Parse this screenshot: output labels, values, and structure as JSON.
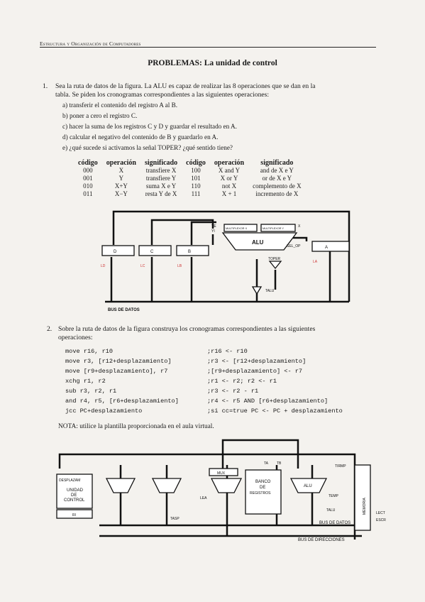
{
  "header": "Estructura y Organización de Computadores",
  "title": "PROBLEMAS: La unidad de control",
  "problem1": {
    "number": "1.",
    "intro_line1": "Sea la ruta de datos de la figura. La ALU es capaz de realizar las 8 operaciones que se dan en la",
    "intro_line2": "tabla. Se piden los cronogramas correspondientes a las siguientes operaciones:",
    "items": [
      "a) transferir el contenido del registro A al B.",
      "b) poner a cero el registro C.",
      "c) hacer la suma de los registros C y D y guardar el resultado en A.",
      "d) calcular el negativo del contenido de B y guardarlo en A.",
      "e) ¿qué sucede si activamos la señal TOPER? ¿qué sentido tiene?"
    ],
    "table_headers": [
      "código",
      "operación",
      "significado",
      "código",
      "operación",
      "significado"
    ],
    "table_rows": [
      [
        "000",
        "X",
        "transfiere X",
        "100",
        "X and Y",
        "and de X e Y"
      ],
      [
        "001",
        "Y",
        "transfiere Y",
        "101",
        "X or Y",
        "or de X e Y"
      ],
      [
        "010",
        "X+Y",
        "suma X e Y",
        "110",
        "not X",
        "complemento de X"
      ],
      [
        "011",
        "X−Y",
        "resta Y de X",
        "111",
        "X + 1",
        "incremento de X"
      ]
    ],
    "diagram": {
      "reg_d": "D",
      "reg_c": "C",
      "reg_b": "B",
      "reg_a": "A",
      "ld": "LD",
      "lc": "LC",
      "lb": "LB",
      "la": "LA",
      "ye": "YE",
      "yi": "YI",
      "mux1": "MULTIPLEXOR X",
      "mux2": "MULTIPLEXOR Y",
      "xsel": "X",
      "alu": "ALU",
      "sel_op": "SEL_OP",
      "toper": "TOPER",
      "talu": "TALU",
      "bus": "BUS DE DATOS"
    }
  },
  "problem2": {
    "number": "2.",
    "intro_line1": "Sobre la ruta de datos de la figura construya los cronogramas correspondientes a las siguientes",
    "intro_line2": "operaciones:",
    "code": [
      {
        "instr": "move r16, r10",
        "comment": ";r16 <- r10"
      },
      {
        "instr": "move r3, [r12+desplazamiento]",
        "comment": ";r3 <- [r12+desplazamiento]"
      },
      {
        "instr": "move [r9+desplazamiento], r7",
        "comment": ";[r9+desplazamiento] <- r7"
      },
      {
        "instr": "xchg r1, r2",
        "comment": ";r1 <- r2; r2 <- r1"
      },
      {
        "instr": "sub r3, r2, r1",
        "comment": ";r3 <- r2 - r1"
      },
      {
        "instr": "and r4, r5, [r6+desplazamiento]",
        "comment": ";r4 <- r5 AND [r6+desplazamiento]"
      },
      {
        "instr": "jcc PC+desplazamiento",
        "comment": ";si cc=true PC <- PC + desplazamiento"
      }
    ],
    "note": "NOTA: utilice la plantilla proporcionada en el aula virtual.",
    "diagram": {
      "despl": "DESPLAZAM",
      "unidad1": "UNIDAD",
      "unidad2": "DE",
      "unidad3": "CONTROL",
      "ri": "RI",
      "banco1": "BANCO",
      "banco2": "DE",
      "banco3": "REGISTROS",
      "alu": "ALU",
      "memoria": "MEMORIA",
      "mux": "MUX",
      "ta": "TA",
      "tb": "TB",
      "lea": "LEA",
      "temp": "TEMP",
      "tasp": "TASP",
      "talu": "TALU",
      "tirmp": "TIRMP",
      "bus_datos": "BUS DE DATOS",
      "bus_dir": "BUS DE DIRECCIONES",
      "lectura": "LECT",
      "escritura": "ESCR"
    }
  }
}
